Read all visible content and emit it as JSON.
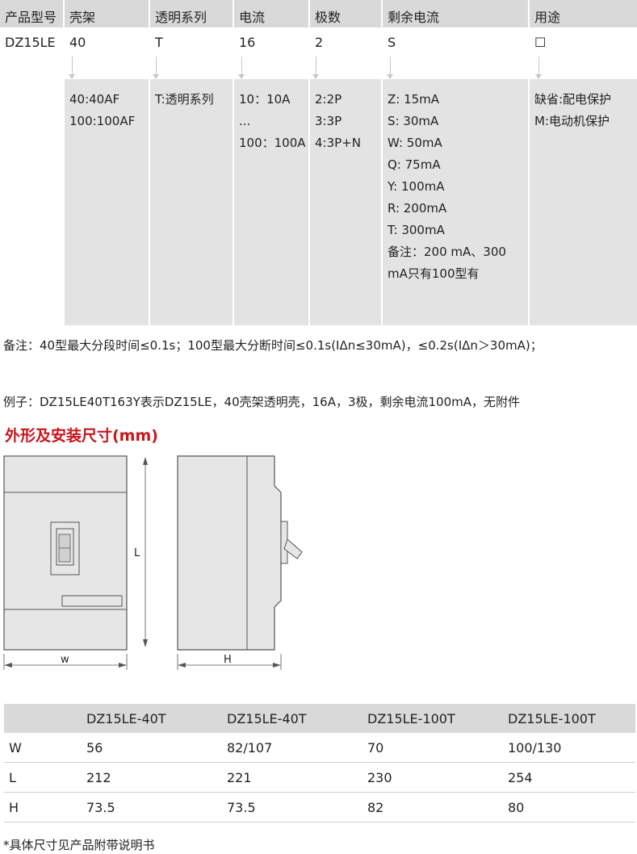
{
  "code_table": {
    "headers": [
      "产品型号",
      "壳架",
      "透明系列",
      "电流",
      "极数",
      "剩余电流",
      "用途"
    ],
    "values": [
      "DZ15LE",
      "40",
      "T",
      "16",
      "2",
      "S",
      "☐"
    ],
    "desc": {
      "frame": [
        "40:40AF",
        "100:100AF"
      ],
      "series": [
        "T:透明系列"
      ],
      "current": [
        "10：10A",
        "...",
        "100：100A"
      ],
      "poles": [
        "2:2P",
        "3:3P",
        "4:3P+N"
      ],
      "residual": [
        "Z: 15mA",
        "S: 30mA",
        "W: 50mA",
        "Q: 75mA",
        "Y: 100mA",
        "R: 200mA",
        "T: 300mA",
        "备注：200 mA、300",
        "mA只有100型有"
      ],
      "usage": [
        "缺省:配电保护",
        "M:电动机保护"
      ]
    }
  },
  "note": "备注：40型最大分段时间≤0.1s；100型最大分断时间≤0.1s(IΔn≤30mA)，≤0.2s(IΔn＞30mA)；",
  "example": "例子：DZ15LE40T163Y表示DZ15LE，40壳架透明壳，16A，3极，剩余电流100mA，无附件",
  "section_title": "外形及安装尺寸(mm)",
  "drawing_labels": {
    "length": "L",
    "width": "w",
    "height": "H"
  },
  "dims_table": {
    "headers": [
      "",
      "DZ15LE-40T",
      "DZ15LE-40T",
      "DZ15LE-100T",
      "DZ15LE-100T"
    ],
    "rows": [
      [
        "W",
        "56",
        "82/107",
        "70",
        "100/130"
      ],
      [
        "L",
        "212",
        "221",
        "230",
        "254"
      ],
      [
        "H",
        "73.5",
        "73.5",
        "82",
        "80"
      ]
    ]
  },
  "footnote": "*具体尺寸见产品附带说明书",
  "colors": {
    "accent_red": "#c8161d",
    "header_gray": "#d9d9d9",
    "desc_gray": "#e3e3e3",
    "drawing_fill": "#e6e6e6"
  }
}
